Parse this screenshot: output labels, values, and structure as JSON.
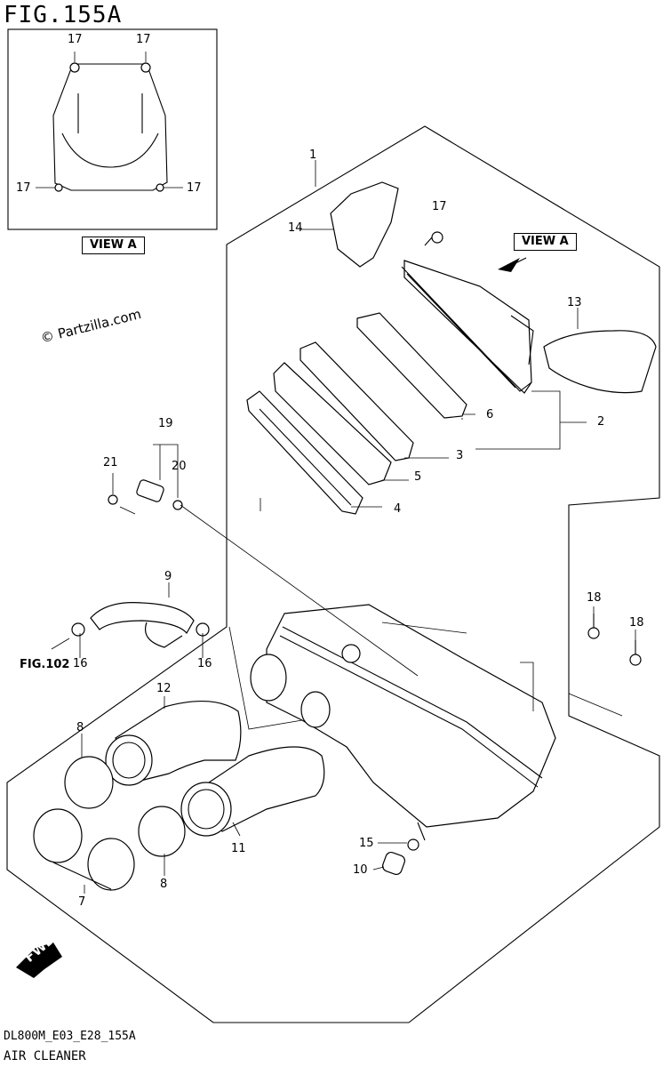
{
  "figure": {
    "title": "FIG.155A",
    "code": "DL800M_E03_E28_155A",
    "name": "AIR CLEANER",
    "copyright": "© Partzilla.com",
    "view_label": "VIEW A",
    "fig_ref": "FIG.102",
    "fwd_label": "FWD"
  },
  "callouts": {
    "c1": "1",
    "c2": "2",
    "c3": "3",
    "c4": "4",
    "c5": "5",
    "c6": "6",
    "c7": "7",
    "c8a": "8",
    "c8b": "8",
    "c9": "9",
    "c10": "10",
    "c11": "11",
    "c12": "12",
    "c13": "13",
    "c14": "14",
    "c15": "15",
    "c16a": "16",
    "c16b": "16",
    "c17a": "17",
    "c17b": "17",
    "c17c": "17",
    "c17d": "17",
    "c17e": "17",
    "c18a": "18",
    "c18b": "18",
    "c19": "19",
    "c20": "20",
    "c21": "21"
  }
}
